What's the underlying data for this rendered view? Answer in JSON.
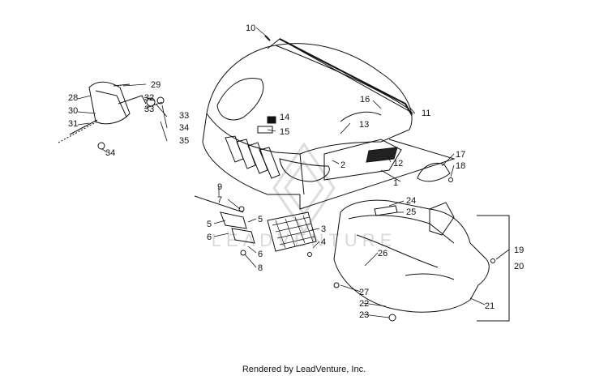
{
  "diagram": {
    "callouts": {
      "c1": "1",
      "c2": "2",
      "c3": "3",
      "c4": "4",
      "c5a": "5",
      "c5b": "5",
      "c6a": "6",
      "c6b": "6",
      "c7": "7",
      "c8": "8",
      "c9": "9",
      "c10": "10",
      "c11": "11",
      "c12": "12",
      "c13": "13",
      "c14": "14",
      "c15": "15",
      "c16": "16",
      "c17": "17",
      "c18": "18",
      "c19": "19",
      "c20": "20",
      "c21": "21",
      "c22": "22",
      "c23": "23",
      "c24": "24",
      "c25": "25",
      "c26": "26",
      "c27": "27",
      "c28": "28",
      "c29": "29",
      "c30": "30",
      "c31": "31",
      "c32": "32",
      "c33": "33",
      "c34a": "34",
      "c34b": "34",
      "c35": "35"
    },
    "watermark": "LEADVENTURE",
    "footer": "Rendered by LeadVenture, Inc."
  }
}
